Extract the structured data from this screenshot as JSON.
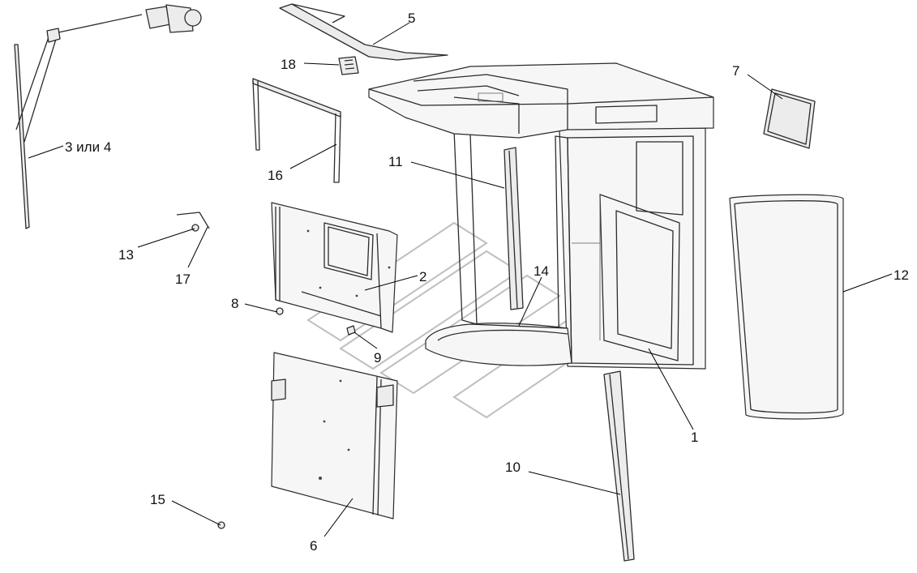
{
  "callouts": {
    "c1": "1",
    "c2": "2",
    "c3": "3 или 4",
    "c5": "5",
    "c6": "6",
    "c7": "7",
    "c8": "8",
    "c9": "9",
    "c10": "10",
    "c11": "11",
    "c12": "12",
    "c13": "13",
    "c14": "14",
    "c15": "15",
    "c16": "16",
    "c17": "17",
    "c18": "18"
  }
}
